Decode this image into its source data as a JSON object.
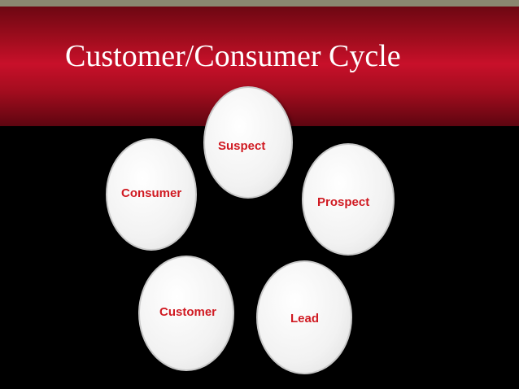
{
  "slide": {
    "title": "Customer/Consumer Cycle"
  },
  "cycle": {
    "nodes": [
      {
        "id": "suspect",
        "label": "Suspect"
      },
      {
        "id": "prospect",
        "label": "Prospect"
      },
      {
        "id": "lead",
        "label": "Lead"
      },
      {
        "id": "customer",
        "label": "Customer"
      },
      {
        "id": "consumer",
        "label": "Consumer"
      }
    ]
  },
  "colors": {
    "title_band": "#c8102a",
    "top_strip": "#8a8770",
    "background": "#000000",
    "node_fill": "#f2f2f2",
    "label_text": "#d01a22"
  }
}
